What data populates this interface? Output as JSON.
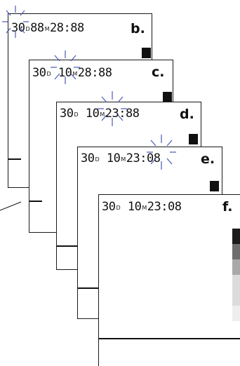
{
  "colors": {
    "line": "#111111",
    "burst": "#4a58b8",
    "bar_levels": [
      "#1c1c1c",
      "#6e6e6e",
      "#a9a9a9",
      "#dcdcdc",
      "#eeeeee"
    ]
  },
  "panels": {
    "b": {
      "label": "b.",
      "days": "30",
      "unit_d": "D",
      "month": "88",
      "unit_m": "M",
      "time": "28:88",
      "flashing": "days"
    },
    "c": {
      "label": "c.",
      "days": "30",
      "unit_d": "D",
      "month": "10",
      "unit_m": "M",
      "time": "28:88",
      "flashing": "month"
    },
    "d": {
      "label": "d.",
      "days": "30",
      "unit_d": "D",
      "month": "10",
      "unit_m": "M",
      "time": "23:88",
      "flashing": "hours"
    },
    "e": {
      "label": "e.",
      "days": "30",
      "unit_d": "D",
      "month": "10",
      "unit_m": "M",
      "time": "23:08",
      "flashing": "minutes"
    },
    "f": {
      "label": "f.",
      "days": "30",
      "unit_d": "D",
      "month": "10",
      "unit_m": "M",
      "time": "23:08",
      "flashing": "none"
    }
  },
  "icons": {
    "burst": "flash-burst-icon",
    "level": "level-bar-icon"
  }
}
